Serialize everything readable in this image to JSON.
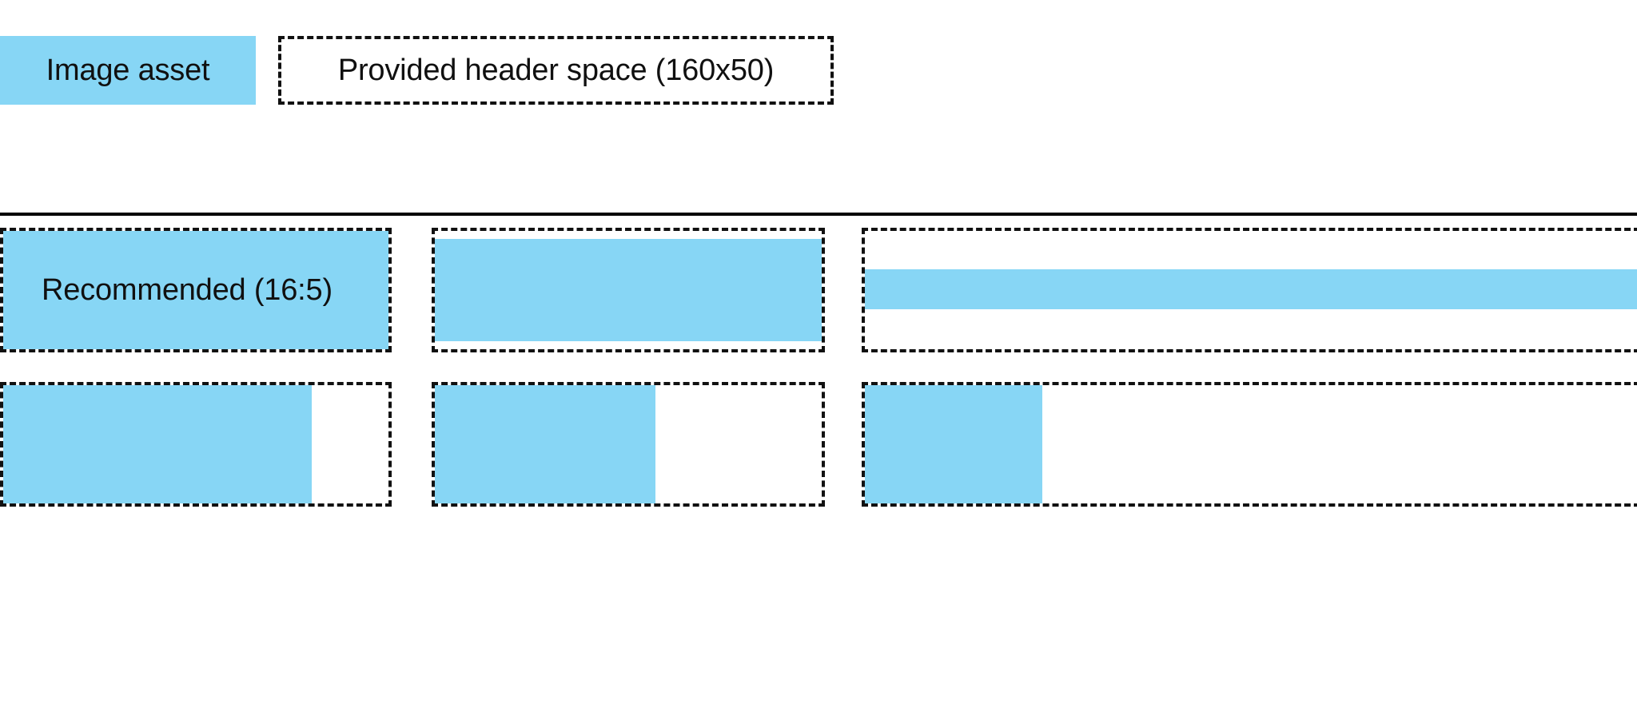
{
  "page": {
    "background_color": "#FFFFFF",
    "accent_color": "#87D6F5",
    "outline_color": "#111111",
    "text_color": "#101010"
  },
  "header": {
    "legend_label": "Image asset",
    "header_space_label": "Provided header space (160x50)",
    "header_space_dimensions": "160x50"
  },
  "divider": {
    "color": "#000000"
  },
  "rows": [
    {
      "name": "aspect-ratio-row",
      "cells": [
        {
          "label": "Recommended (16:5)",
          "fill": "full"
        },
        {
          "label": "",
          "fill": "tall"
        },
        {
          "label": "",
          "fill": "short-band"
        }
      ]
    },
    {
      "name": "width-row",
      "cells": [
        {
          "label": "",
          "fill_width_percent": 80
        },
        {
          "label": "",
          "fill_width_percent": 57
        },
        {
          "label": "",
          "fill_width_percent": 23
        }
      ]
    }
  ]
}
